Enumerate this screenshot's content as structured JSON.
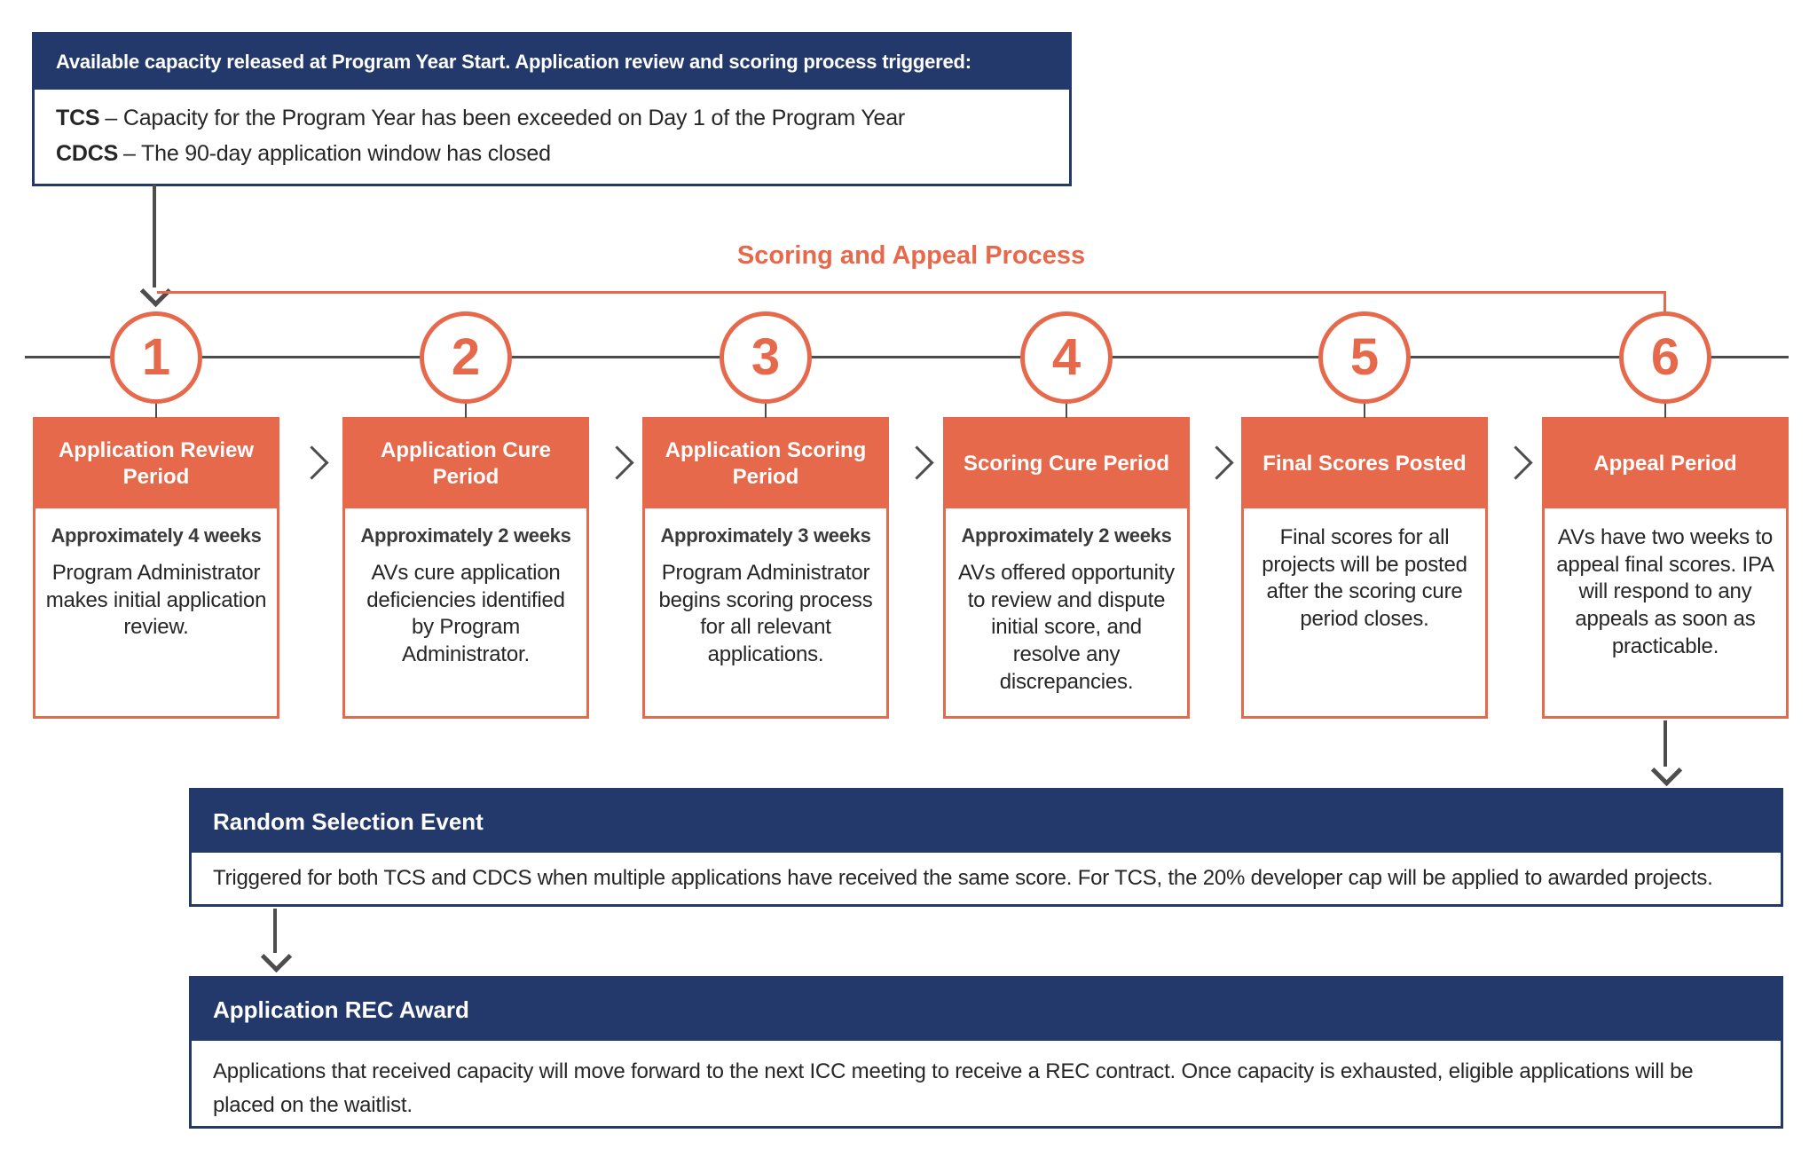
{
  "colors": {
    "orange": "#E7694C",
    "navy": "#24396B",
    "line_gray": "#4D4D4D",
    "text_dark": "#262626"
  },
  "top_box": {
    "header": "Available capacity released at Program Year Start. Application review and scoring process triggered:",
    "items": [
      {
        "term": "TCS",
        "desc": "– Capacity for the Program Year has been exceeded on Day 1 of the Program Year"
      },
      {
        "term": "CDCS",
        "desc": "– The 90-day application window has closed"
      }
    ]
  },
  "bracket": {
    "label": "Scoring and Appeal Process"
  },
  "steps": [
    {
      "number": "1",
      "title": "Application Review Period",
      "duration": "Approximately 4 weeks",
      "description": "Program Administrator makes initial application review."
    },
    {
      "number": "2",
      "title": "Application Cure Period",
      "duration": "Approximately 2 weeks",
      "description": "AVs cure application deficiencies identified by Program Administrator."
    },
    {
      "number": "3",
      "title": "Application Scoring Period",
      "duration": "Approximately 3 weeks",
      "description": "Program Administrator begins scoring process for all relevant applications."
    },
    {
      "number": "4",
      "title": "Scoring Cure Period",
      "duration": "Approximately 2 weeks",
      "description": "AVs offered opportunity to review and dispute initial score, and resolve any discrepancies."
    },
    {
      "number": "5",
      "title": "Final Scores Posted",
      "description": "Final scores for all projects will be posted after the scoring cure period closes."
    },
    {
      "number": "6",
      "title": "Appeal Period",
      "description": "AVs have two weeks to appeal final scores. IPA will respond to any appeals as soon as practicable."
    }
  ],
  "random_selection_box": {
    "header": "Random Selection Event",
    "body": "Triggered for both TCS and CDCS when multiple applications have received the same score. For TCS, the 20% developer cap will be applied to awarded projects."
  },
  "rec_award_box": {
    "header": "Application REC Award",
    "body": "Applications that received capacity will move forward to the next ICC meeting to receive a REC contract. Once capacity is exhausted, eligible applications will be placed on the waitlist."
  }
}
